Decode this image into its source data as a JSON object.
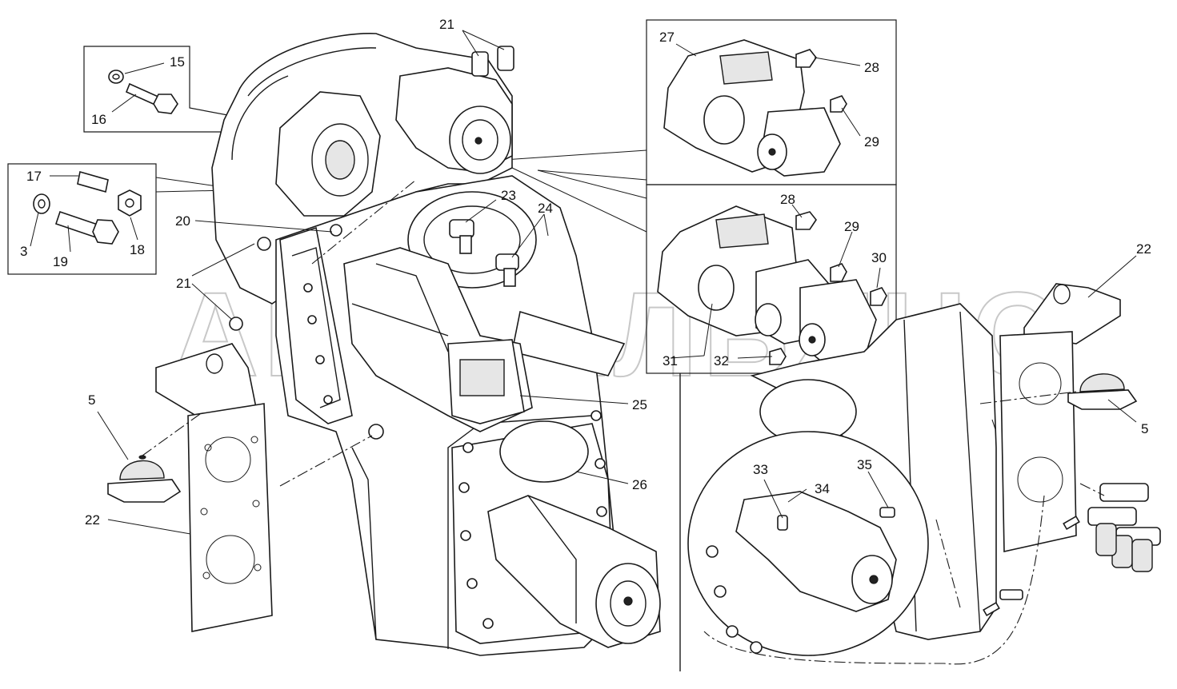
{
  "watermark": "АВТОАЛЬЯНС",
  "callouts": {
    "c3": "3",
    "c5a": "5",
    "c5b": "5",
    "c15": "15",
    "c16": "16",
    "c17": "17",
    "c18": "18",
    "c19": "19",
    "c20": "20",
    "c21a": "21",
    "c21b": "21",
    "c22a": "22",
    "c22b": "22",
    "c23": "23",
    "c24": "24",
    "c25": "25",
    "c26": "26",
    "c27": "27",
    "c28a": "28",
    "c28b": "28",
    "c29a": "29",
    "c29b": "29",
    "c30": "30",
    "c31": "31",
    "c32": "32",
    "c33": "33",
    "c34": "34",
    "c35": "35"
  }
}
